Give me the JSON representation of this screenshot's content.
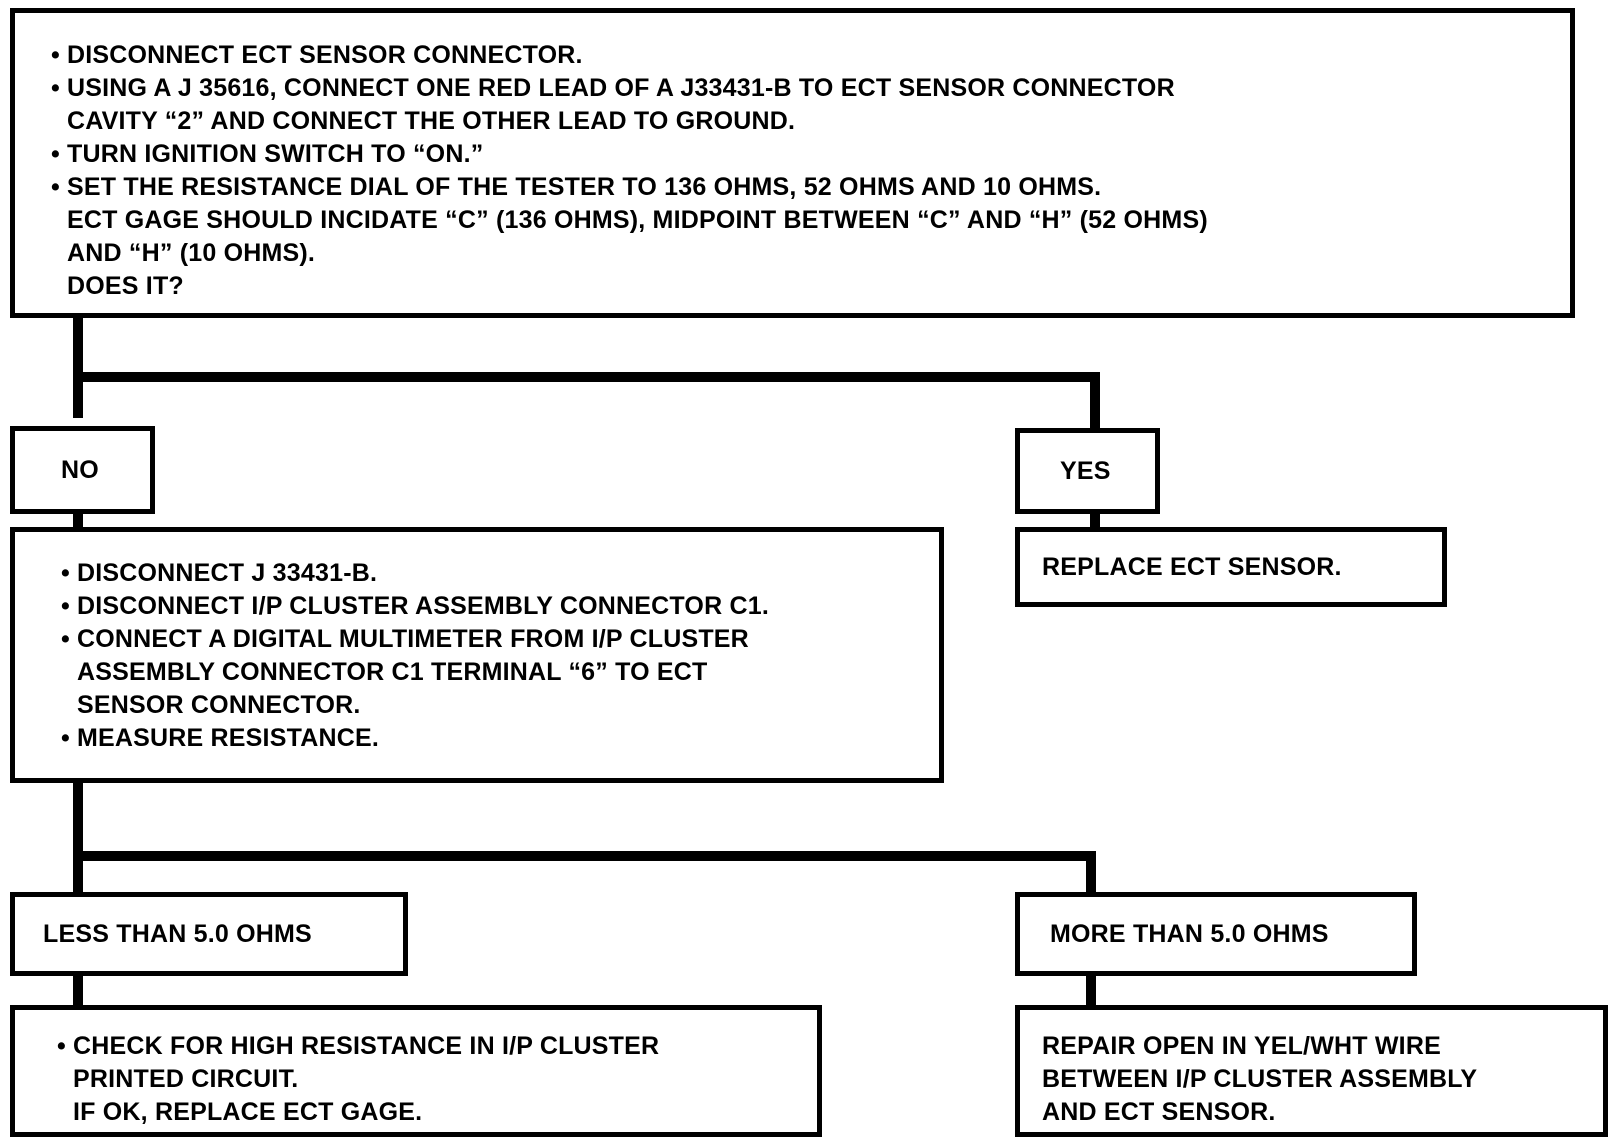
{
  "colors": {
    "ink": "#000000",
    "paper": "#ffffff"
  },
  "top_box": {
    "steps": [
      {
        "bullet": "•",
        "lines": [
          "DISCONNECT ECT SENSOR CONNECTOR."
        ]
      },
      {
        "bullet": "•",
        "lines": [
          "USING A J 35616, CONNECT ONE RED LEAD OF A J33431-B TO ECT SENSOR CONNECTOR",
          "CAVITY “2” AND CONNECT THE OTHER LEAD TO GROUND."
        ]
      },
      {
        "bullet": "•",
        "lines": [
          "TURN IGNITION SWITCH TO “ON.”"
        ]
      },
      {
        "bullet": "•",
        "lines": [
          "SET THE RESISTANCE DIAL OF THE TESTER TO 136 OHMS, 52 OHMS AND 10 OHMS.",
          "ECT GAGE SHOULD INCIDATE “C” (136 OHMS), MIDPOINT BETWEEN “C” AND “H” (52 OHMS)",
          "AND “H” (10 OHMS).",
          "DOES IT?"
        ]
      }
    ]
  },
  "no_label": "NO",
  "yes_label": "YES",
  "replace_sensor": "REPLACE ECT SENSOR.",
  "no_box": {
    "steps": [
      {
        "bullet": "•",
        "lines": [
          "DISCONNECT J 33431-B."
        ]
      },
      {
        "bullet": "•",
        "lines": [
          "DISCONNECT I/P CLUSTER ASSEMBLY CONNECTOR C1."
        ]
      },
      {
        "bullet": "•",
        "lines": [
          "CONNECT A DIGITAL MULTIMETER FROM I/P CLUSTER",
          "ASSEMBLY CONNECTOR C1 TERMINAL “6” TO ECT",
          "SENSOR CONNECTOR."
        ]
      },
      {
        "bullet": "•",
        "lines": [
          "MEASURE RESISTANCE."
        ]
      }
    ]
  },
  "less_label": "LESS THAN 5.0 OHMS",
  "more_label": "MORE THAN 5.0 OHMS",
  "less_box": {
    "steps": [
      {
        "bullet": "•",
        "lines": [
          "CHECK FOR HIGH RESISTANCE IN I/P CLUSTER",
          "PRINTED CIRCUIT.",
          "IF OK, REPLACE ECT GAGE."
        ]
      }
    ]
  },
  "more_box": {
    "lines": [
      "REPAIR OPEN IN YEL/WHT WIRE",
      "BETWEEN I/P CLUSTER ASSEMBLY",
      "AND ECT SENSOR."
    ]
  }
}
